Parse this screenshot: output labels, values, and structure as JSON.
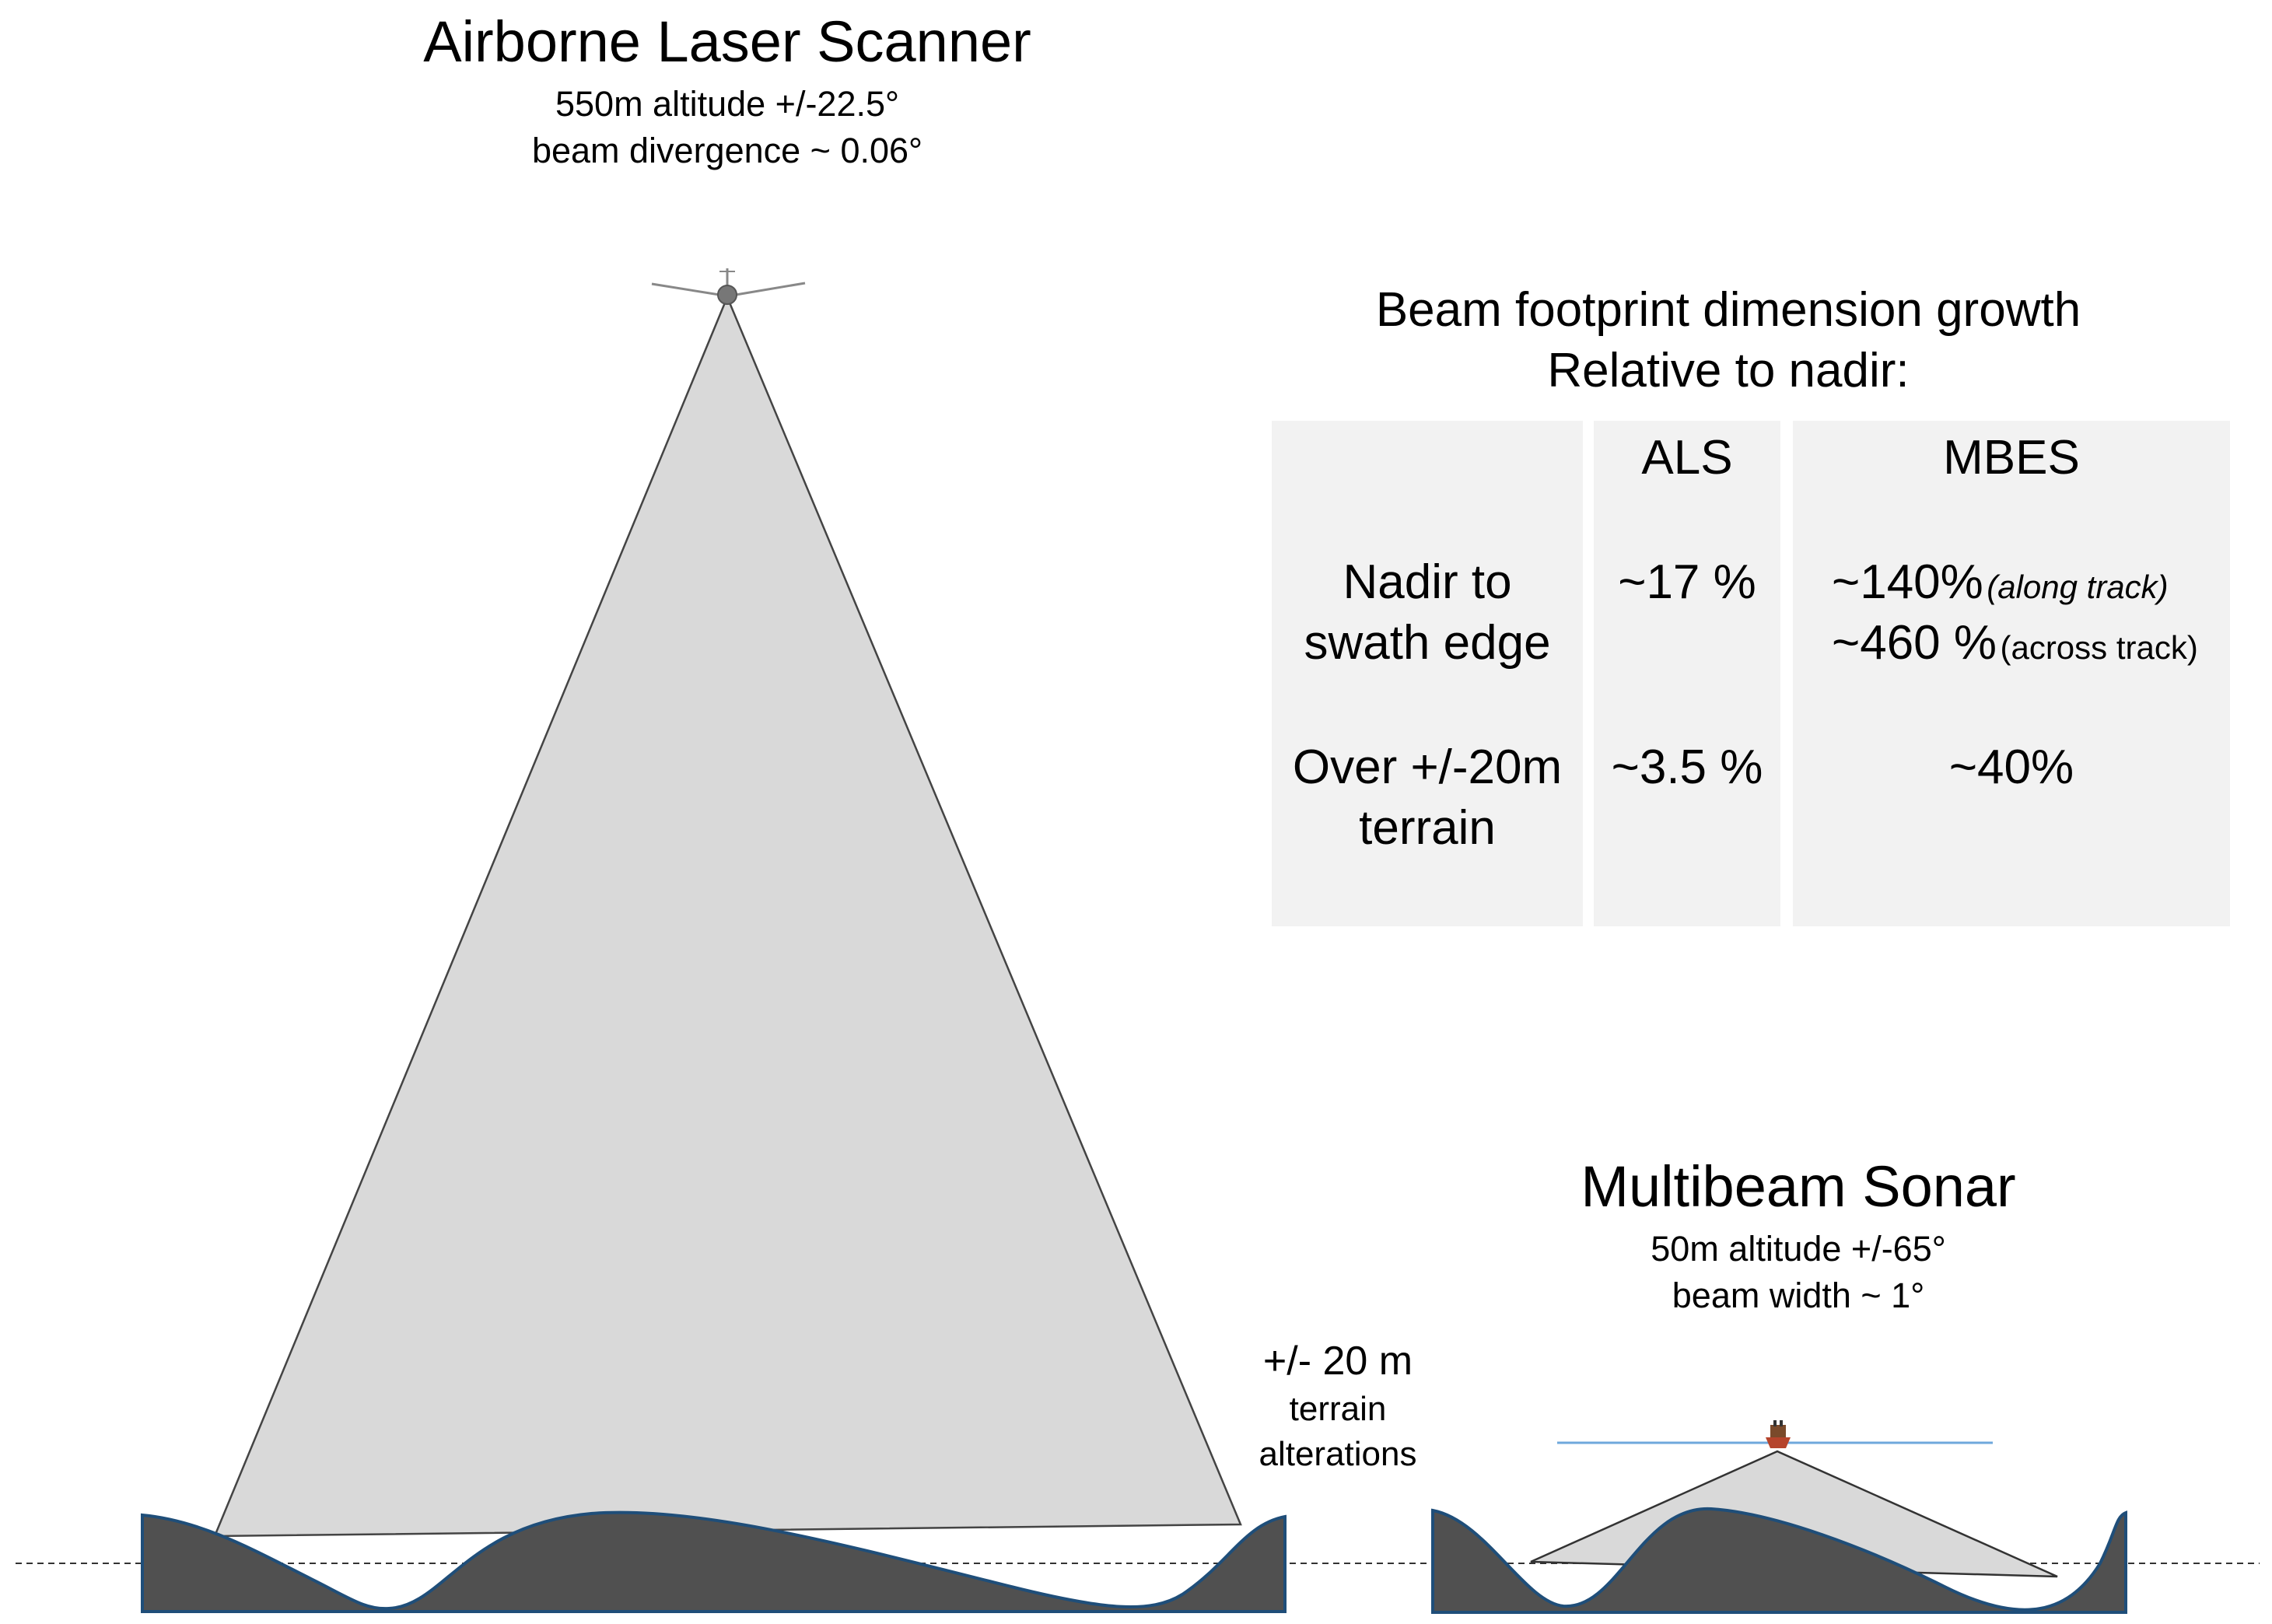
{
  "als": {
    "title": "Airborne Laser Scanner",
    "subtitle1": "550m altitude +/-22.5°",
    "subtitle2": "beam divergence ~ 0.06°"
  },
  "mbes": {
    "title": "Multibeam Sonar",
    "subtitle1": "50m altitude +/-65°",
    "subtitle2": "beam width ~ 1°"
  },
  "terrain_label": {
    "line1": "+/- 20 m",
    "line2": "terrain",
    "line3": "alterations"
  },
  "table": {
    "heading1": "Beam footprint dimension growth",
    "heading2": "Relative to nadir:",
    "col_headers": [
      "ALS",
      "MBES"
    ],
    "rows": [
      {
        "label1": "Nadir to",
        "label2": "swath edge",
        "als": "~17 %",
        "mbes1": "~140%",
        "mbes1_note": "(along track)",
        "mbes2": "~460 %",
        "mbes2_note": "(across track)"
      },
      {
        "label1": "Over +/-20m",
        "label2": "terrain",
        "als": "~3.5 %",
        "mbes": "~40%"
      }
    ]
  },
  "colors": {
    "cone": "#d9d9d9",
    "terrain": "#505050",
    "terrain_outline": "#1f4e79",
    "table_bg": "#f2f2f2",
    "water_line": "#6fa8dc"
  }
}
